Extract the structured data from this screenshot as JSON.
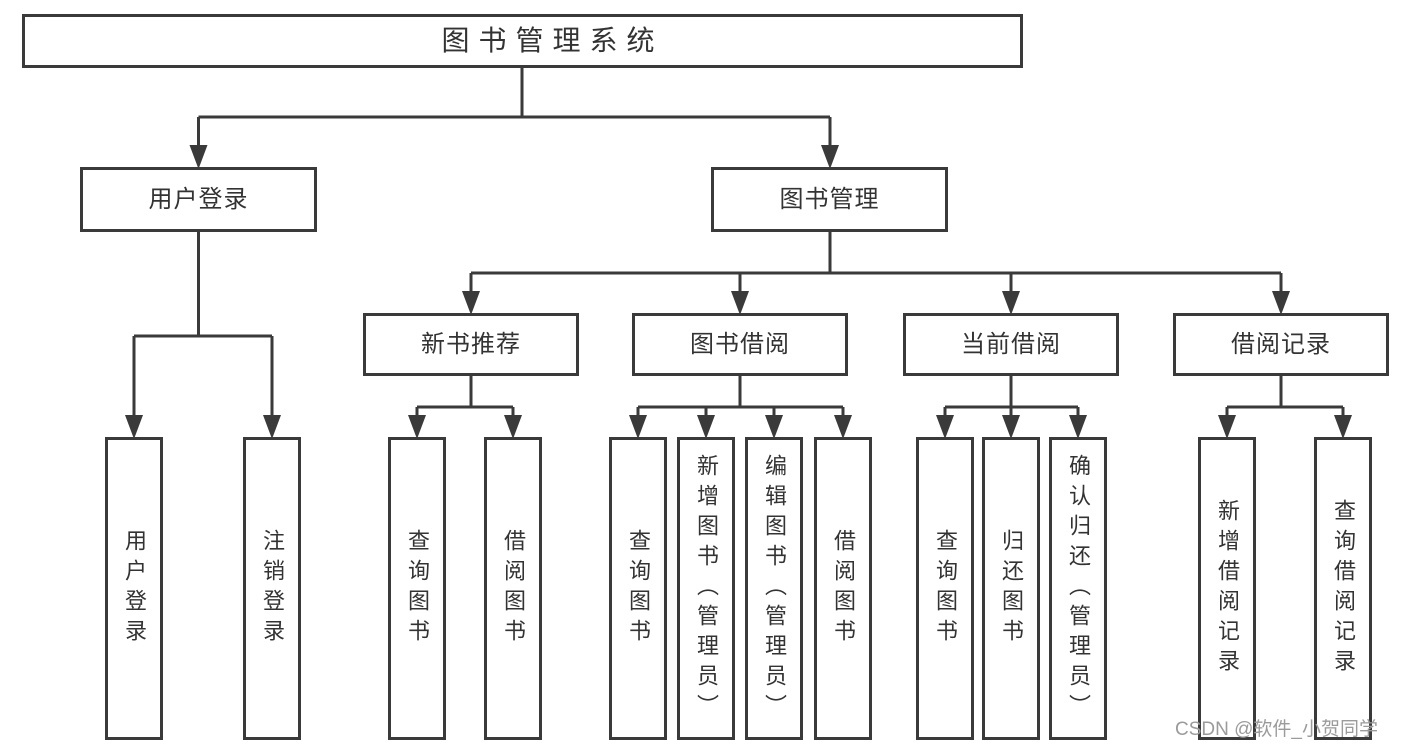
{
  "diagram": {
    "root": {
      "label": "图书管理系统"
    },
    "branches": [
      {
        "label": "用户登录",
        "children": [
          {
            "label": "用户登录"
          },
          {
            "label": "注销登录"
          }
        ]
      },
      {
        "label": "图书管理",
        "groups": [
          {
            "label": "新书推荐",
            "children": [
              {
                "label": "查询图书"
              },
              {
                "label": "借阅图书"
              }
            ]
          },
          {
            "label": "图书借阅",
            "children": [
              {
                "label": "查询图书"
              },
              {
                "label": "新增图书（管理员）"
              },
              {
                "label": "编辑图书（管理员）"
              },
              {
                "label": "借阅图书"
              }
            ]
          },
          {
            "label": "当前借阅",
            "children": [
              {
                "label": "查询图书"
              },
              {
                "label": "归还图书"
              },
              {
                "label": "确认归还（管理员）"
              }
            ]
          },
          {
            "label": "借阅记录",
            "children": [
              {
                "label": "新增借阅记录"
              },
              {
                "label": "查询借阅记录"
              }
            ]
          }
        ]
      }
    ]
  },
  "watermark": {
    "text": "CSDN @软件_小贺同学"
  },
  "colors": {
    "line": "#3a3a3a",
    "border": "#3a3a3a",
    "text": "#333333",
    "watermark": "#9b9b9b",
    "background": "#ffffff"
  }
}
